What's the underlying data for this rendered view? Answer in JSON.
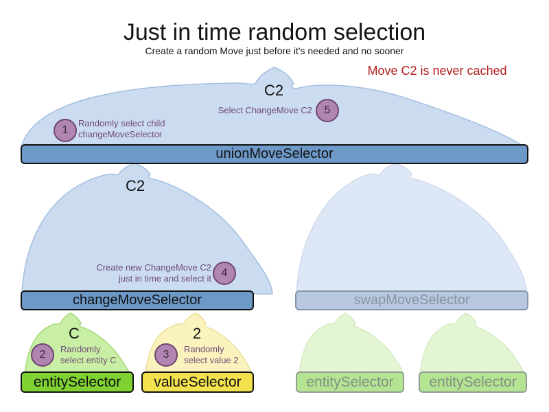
{
  "title": "Just in time random selection",
  "subtitle": "Create a random Move just before it's needed and no sooner",
  "warning": "Move C2 is never cached",
  "move_labels": {
    "union_input": "C2",
    "change_output": "C2",
    "entity_output": "C",
    "value_output": "2"
  },
  "selectors": {
    "union": {
      "label": "unionMoveSelector"
    },
    "change": {
      "label": "changeMoveSelector"
    },
    "swap": {
      "label": "swapMoveSelector"
    },
    "entity": {
      "label": "entitySelector"
    },
    "value": {
      "label": "valueSelector"
    },
    "swap_entity_1": {
      "label": "entitySelector"
    },
    "swap_entity_2": {
      "label": "entitySelector"
    }
  },
  "annotations": {
    "step1": {
      "badge": "1",
      "lines": [
        "Randomly select child",
        "changeMoveSelector"
      ]
    },
    "step2": {
      "badge": "2",
      "lines": [
        "Randomly",
        "select entity C"
      ]
    },
    "step3": {
      "badge": "3",
      "lines": [
        "Randomly",
        "select value 2"
      ]
    },
    "step4": {
      "badge": "4",
      "lines": [
        "Create new ChangeMove C2",
        "just in time and select it"
      ]
    },
    "step5": {
      "badge": "5",
      "lines": [
        "Select ChangeMove C2"
      ]
    }
  },
  "colors": {
    "warning_red": "#b21d1d",
    "note_purple": "#6f4a74",
    "badge_fill": "#b185b1",
    "badge_border": "#6e466e",
    "dome_blue": "#cbdcf1",
    "dome_blue_stroke": "#a6c0e0",
    "dome_blue_faded": "#dde7f5",
    "dome_blue_faded_stroke": "#cdd9ec",
    "dome_green": "#c9efa4",
    "dome_green_stroke": "#a8da7e",
    "dome_green_faded": "#e3f5d3",
    "dome_green_faded_stroke": "#d2e9bf",
    "dome_yellow": "#faf3bd",
    "dome_yellow_stroke": "#ecdf9a",
    "bar_blue": "#6d99c8",
    "bar_blue_faded": "#b7c8e0",
    "bar_faded_blue_border": "#8495ab",
    "bar_faded_blue_text": "#8a94a3",
    "bar_green": "#7fd232",
    "bar_green_faded": "#b4e492",
    "bar_faded_green_border": "#919e91",
    "bar_faded_green_text": "#849084",
    "bar_yellow": "#f3e14e"
  }
}
